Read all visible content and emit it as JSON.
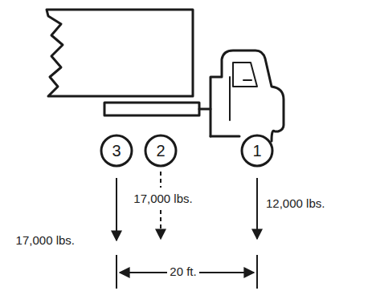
{
  "diagram": {
    "nodes": [
      {
        "text": [
          "3"
        ]
      },
      {
        "text": [
          "2"
        ]
      },
      {
        "text": [
          "1"
        ]
      }
    ],
    "labels": [
      "17,000 lbs.",
      "17,000 lbs.",
      "12,000 lbs.",
      "20 ft."
    ]
  }
}
